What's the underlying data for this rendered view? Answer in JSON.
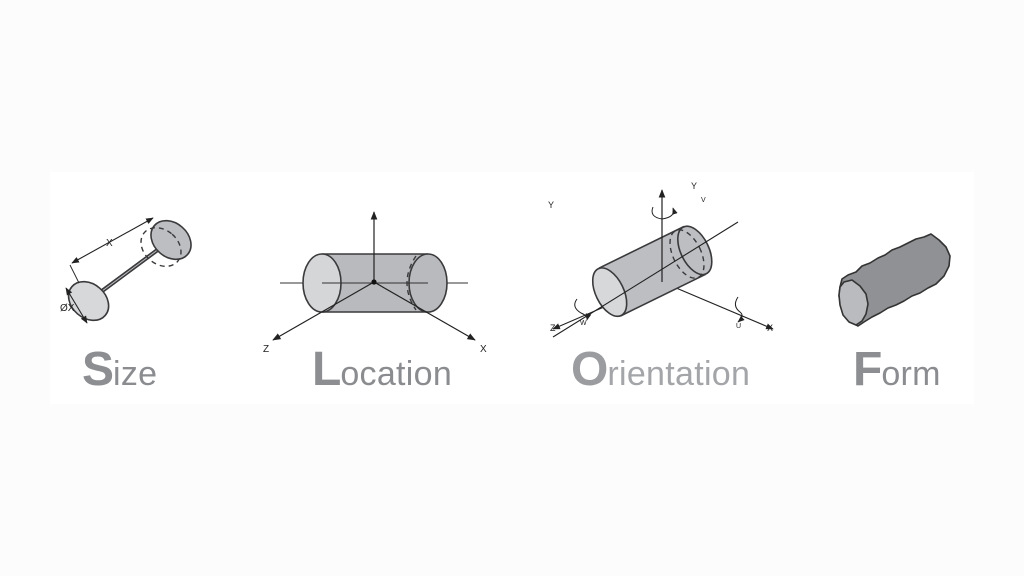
{
  "panels": [
    {
      "id": "size",
      "word": {
        "initial": "S",
        "rest": "ize"
      },
      "labels": {
        "length": "X",
        "diameter": "ØX"
      }
    },
    {
      "id": "location",
      "word": {
        "initial": "L",
        "rest": "ocation"
      },
      "labels": {
        "z": "Z",
        "x": "X"
      }
    },
    {
      "id": "orientation",
      "word": {
        "initial": "O",
        "rest": "rientation"
      },
      "labels": {
        "y_left": "Y",
        "y_top": "Y",
        "v": "V",
        "z": "Z",
        "w": "W",
        "u": "U",
        "x": "X"
      }
    },
    {
      "id": "form",
      "word": {
        "initial": "F",
        "rest": "orm"
      }
    }
  ],
  "colors": {
    "cylinder_fill": "#bcbec1",
    "cylinder_cap": "#d6d8da",
    "form_fill": "#8f9194",
    "form_cap": "#b9bbbe",
    "initial_color": "#8c8e91",
    "text_gray": "#8a8c8f",
    "outline": "#3a3a3c"
  }
}
